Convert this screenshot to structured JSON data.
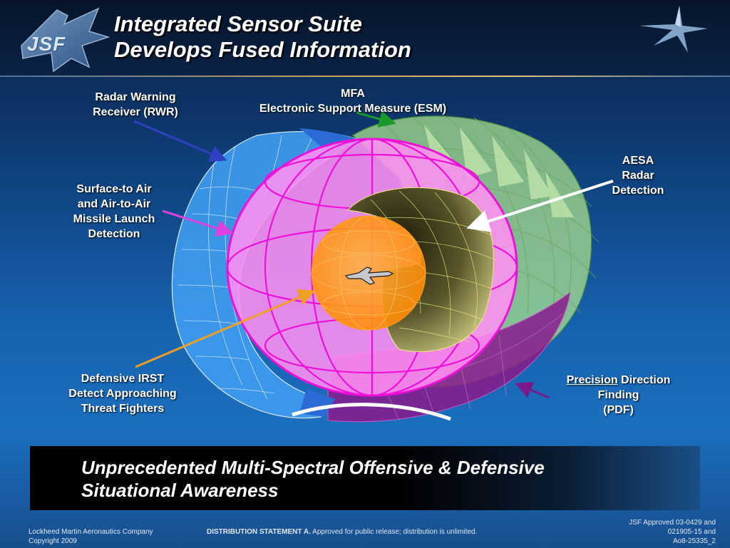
{
  "header": {
    "logo_text": "JSF",
    "title_line1": "Integrated Sensor Suite",
    "title_line2": "Develops Fused Information"
  },
  "labels": {
    "rwr_line1": "Radar Warning",
    "rwr_line2": "Receiver (RWR)",
    "mfa_line1": "MFA",
    "mfa_line2": "Electronic Support Measure (ESM)",
    "aesa_line1": "AESA",
    "aesa_line2": "Radar",
    "aesa_line3": "Detection",
    "missile_line1": "Surface-to Air",
    "missile_line2": "and Air-to-Air",
    "missile_line3": "Missile Launch",
    "missile_line4": "Detection",
    "irst_line1": "Defensive IRST",
    "irst_line2": "Detect Approaching",
    "irst_line3": "Threat Fighters",
    "pdf_line1_underlined": "Precision",
    "pdf_line1_rest": " Direction",
    "pdf_line2": "Finding",
    "pdf_line3": "(PDF)"
  },
  "banner": {
    "line1": "Unprecedented Multi-Spectral Offensive & Defensive",
    "line2": "Situational Awareness"
  },
  "footer": {
    "company_line1": "Lockheed Martin Aeronautics Company",
    "company_line2": "Copyright  2009",
    "distribution_bold": "DISTRIBUTION  STATEMENT  A.",
    "distribution_rest": " Approved for public release; distribution is unlimited.",
    "approval_line1": "JSF Approved 03-0429 and",
    "approval_line2": "021905-15 and",
    "approval_line3": "Ao8-25335_2"
  },
  "colors": {
    "rwr_blue": "#3f9cf0",
    "esm_green": "#9fd986",
    "pdf_purple": "#8a1a8c",
    "missile_magenta": "#ff7df2",
    "irst_orange": "#ff9a1a",
    "aesa_dark": "#3a3820",
    "arrow_rwr": "#3040c0",
    "arrow_esm": "#1a9a2a",
    "arrow_missile": "#e040e0",
    "arrow_irst": "#f0a020",
    "arrow_aesa": "#ffffff",
    "arrow_pdf": "#7a1a8a"
  },
  "icons": [
    "jsf-logo-icon",
    "lockheed-star-icon",
    "jet-aircraft-icon"
  ]
}
